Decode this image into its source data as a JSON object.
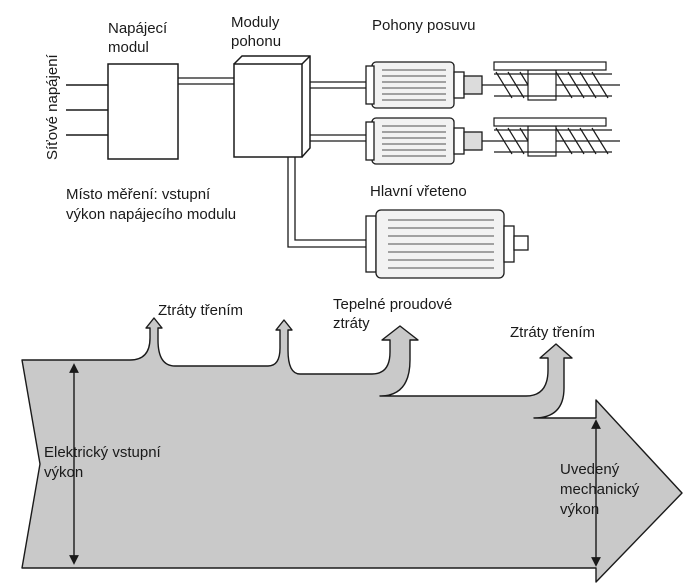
{
  "labels": {
    "mains": "Síťové napájení",
    "supply_module": [
      "Napájecí",
      "modul"
    ],
    "drive_modules": [
      "Moduly",
      "pohonu"
    ],
    "feed_drives": "Pohony posuvu",
    "measure_point": [
      "Místo měření: vstupní",
      "výkon napájecího modulu"
    ],
    "main_spindle": "Hlavní vřeteno",
    "friction_loss_1": "Ztráty třením",
    "heat_loss": [
      "Tepelné proudové",
      "ztráty"
    ],
    "friction_loss_2": "Ztráty třením",
    "electric_input": [
      "Elektrický vstupní",
      "výkon"
    ],
    "mech_output": [
      "Uvedený",
      "mechanický",
      "výkon"
    ]
  },
  "colors": {
    "stroke": "#1a1a1a",
    "flow_fill": "#c9c9c9",
    "motor_body": "#f2f2f2"
  }
}
